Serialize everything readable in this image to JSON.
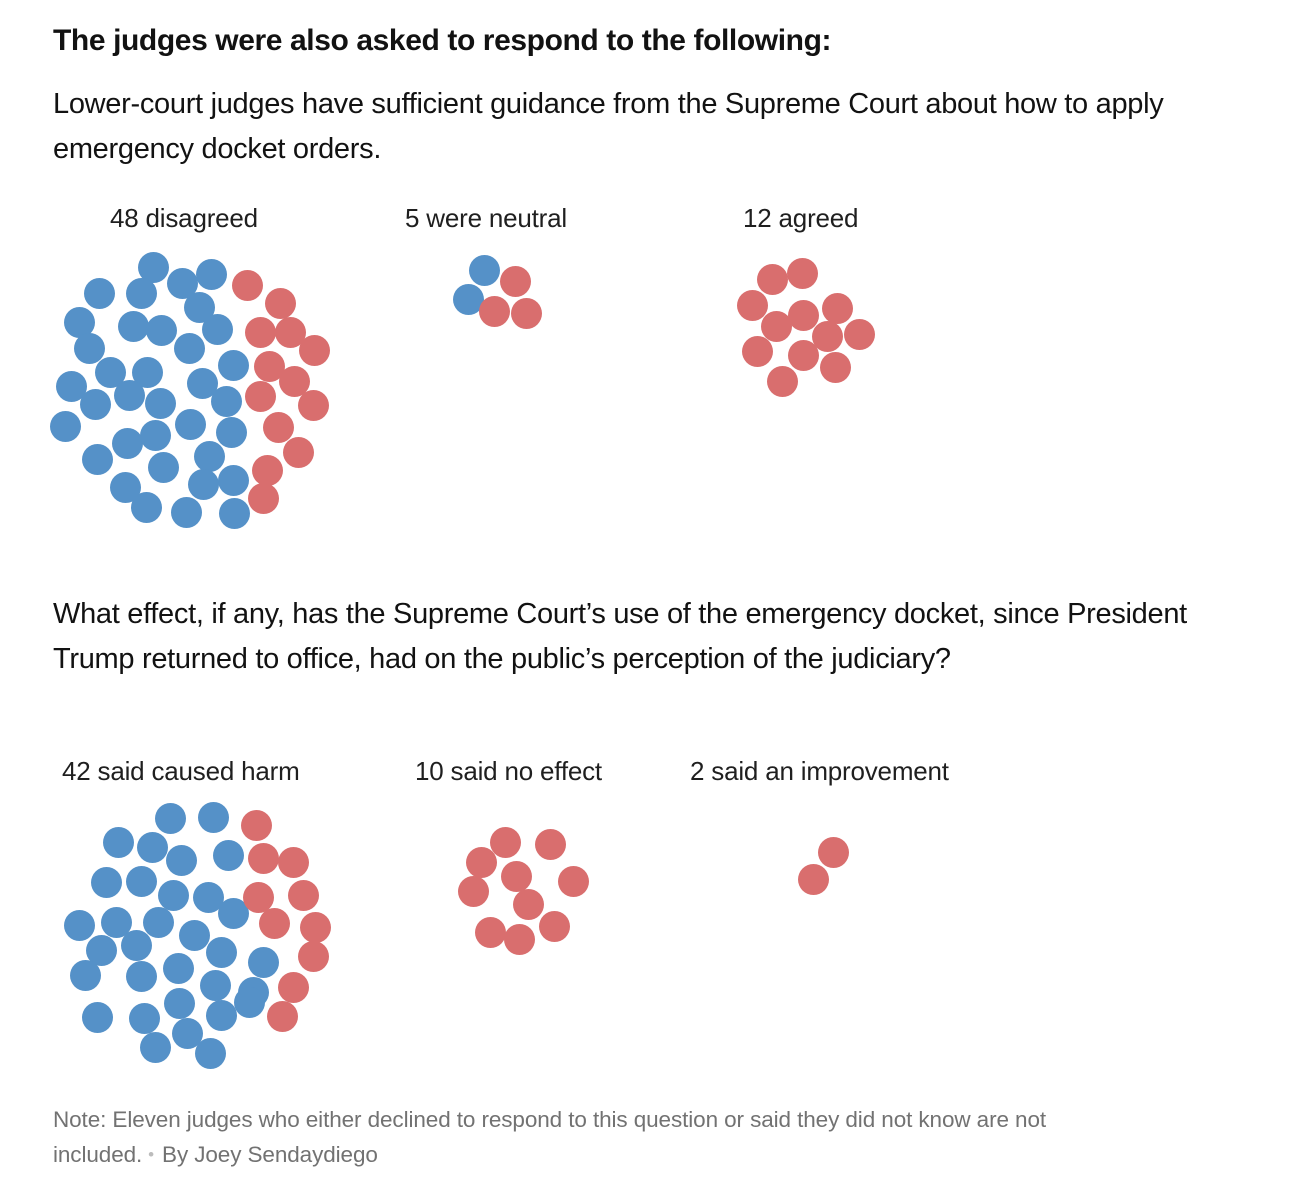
{
  "page": {
    "heading": "The judges were also asked to respond to the following:"
  },
  "colors": {
    "democratic_appointee_blue": "#5591c8",
    "republican_appointee_red": "#d96e6e",
    "heading_text": "#121212",
    "note_text": "#727272",
    "note_bullet": "#bcbcbc",
    "background": "#ffffff"
  },
  "note": {
    "text": "Note: Eleven judges who either declined to respond to this question or said they did not know are not included.",
    "bullet": "•",
    "byline": "By Joey Sendaydiego"
  },
  "chart_data": [
    {
      "type": "scatter",
      "question": "Lower-court judges have sufficient guidance from the Supreme Court about how to apply emergency docket orders.",
      "dot_color_legend": {
        "b": "blue dot",
        "r": "red dot"
      },
      "groups": [
        {
          "label": "48 disagreed",
          "count": 48,
          "blue_dots": 35,
          "red_dots": 13,
          "dots": [
            [
              105,
              17,
              "b"
            ],
            [
              134,
              33,
              "b"
            ],
            [
              163,
              24,
              "b"
            ],
            [
              51,
              43,
              "b"
            ],
            [
              93,
              43,
              "b"
            ],
            [
              151,
              57,
              "b"
            ],
            [
              31,
              72,
              "b"
            ],
            [
              85,
              76,
              "b"
            ],
            [
              113,
              80,
              "b"
            ],
            [
              169,
              79,
              "b"
            ],
            [
              41,
              98,
              "b"
            ],
            [
              141,
              98,
              "b"
            ],
            [
              185,
              115,
              "b"
            ],
            [
              62,
              122,
              "b"
            ],
            [
              99,
              122,
              "b"
            ],
            [
              23,
              136,
              "b"
            ],
            [
              81,
              145,
              "b"
            ],
            [
              154,
              133,
              "b"
            ],
            [
              47,
              154,
              "b"
            ],
            [
              112,
              153,
              "b"
            ],
            [
              178,
              151,
              "b"
            ],
            [
              17,
              176,
              "b"
            ],
            [
              142,
              174,
              "b"
            ],
            [
              183,
              182,
              "b"
            ],
            [
              79,
              193,
              "b"
            ],
            [
              107,
              185,
              "b"
            ],
            [
              49,
              209,
              "b"
            ],
            [
              115,
              217,
              "b"
            ],
            [
              161,
              206,
              "b"
            ],
            [
              77,
              237,
              "b"
            ],
            [
              185,
              230,
              "b"
            ],
            [
              98,
              257,
              "b"
            ],
            [
              138,
              262,
              "b"
            ],
            [
              186,
              263,
              "b"
            ],
            [
              155,
              234,
              "b"
            ],
            [
              199,
              35,
              "r"
            ],
            [
              232,
              53,
              "r"
            ],
            [
              212,
              82,
              "r"
            ],
            [
              242,
              82,
              "r"
            ],
            [
              266,
              100,
              "r"
            ],
            [
              221,
              116,
              "r"
            ],
            [
              246,
              131,
              "r"
            ],
            [
              212,
              146,
              "r"
            ],
            [
              265,
              155,
              "r"
            ],
            [
              230,
              177,
              "r"
            ],
            [
              250,
              202,
              "r"
            ],
            [
              219,
              220,
              "r"
            ],
            [
              215,
              248,
              "r"
            ]
          ]
        },
        {
          "label": "5 were neutral",
          "count": 5,
          "blue_dots": 2,
          "red_dots": 3,
          "dots": [
            [
              32,
              18,
              "b"
            ],
            [
              16,
              47,
              "b"
            ],
            [
              63,
              29,
              "r"
            ],
            [
              42,
              59,
              "r"
            ],
            [
              74,
              61,
              "r"
            ]
          ]
        },
        {
          "label": "12 agreed",
          "count": 12,
          "blue_dots": 0,
          "red_dots": 12,
          "dots": [
            [
              37,
              23,
              "r"
            ],
            [
              67,
              17,
              "r"
            ],
            [
              17,
              49,
              "r"
            ],
            [
              68,
              59,
              "r"
            ],
            [
              102,
              52,
              "r"
            ],
            [
              41,
              70,
              "r"
            ],
            [
              92,
              80,
              "r"
            ],
            [
              124,
              78,
              "r"
            ],
            [
              22,
              95,
              "r"
            ],
            [
              68,
              99,
              "r"
            ],
            [
              100,
              111,
              "r"
            ],
            [
              47,
              125,
              "r"
            ]
          ]
        }
      ]
    },
    {
      "type": "scatter",
      "question": "What effect, if any, has the Supreme Court’s use of the emergency docket, since President Trump returned to office, had on the public’s perception of the judiciary?",
      "groups": [
        {
          "label": "42 said caused harm",
          "count": 42,
          "blue_dots": 32,
          "red_dots": 10,
          "dots": [
            [
              112,
              15,
              "b"
            ],
            [
              155,
              14,
              "b"
            ],
            [
              60,
              39,
              "b"
            ],
            [
              94,
              44,
              "b"
            ],
            [
              123,
              57,
              "b"
            ],
            [
              170,
              52,
              "b"
            ],
            [
              48,
              79,
              "b"
            ],
            [
              83,
              78,
              "b"
            ],
            [
              115,
              92,
              "b"
            ],
            [
              150,
              94,
              "b"
            ],
            [
              175,
              110,
              "b"
            ],
            [
              21,
              122,
              "b"
            ],
            [
              58,
              119,
              "b"
            ],
            [
              100,
              119,
              "b"
            ],
            [
              136,
              132,
              "b"
            ],
            [
              43,
              147,
              "b"
            ],
            [
              78,
              142,
              "b"
            ],
            [
              163,
              149,
              "b"
            ],
            [
              27,
              172,
              "b"
            ],
            [
              83,
              173,
              "b"
            ],
            [
              120,
              165,
              "b"
            ],
            [
              205,
              159,
              "b"
            ],
            [
              157,
              182,
              "b"
            ],
            [
              195,
              189,
              "b"
            ],
            [
              39,
              214,
              "b"
            ],
            [
              86,
              215,
              "b"
            ],
            [
              121,
              200,
              "b"
            ],
            [
              163,
              212,
              "b"
            ],
            [
              191,
              199,
              "b"
            ],
            [
              97,
              244,
              "b"
            ],
            [
              129,
              230,
              "b"
            ],
            [
              152,
              250,
              "b"
            ],
            [
              198,
              22,
              "r"
            ],
            [
              205,
              55,
              "r"
            ],
            [
              235,
              59,
              "r"
            ],
            [
              200,
              94,
              "r"
            ],
            [
              245,
              92,
              "r"
            ],
            [
              216,
              120,
              "r"
            ],
            [
              257,
              124,
              "r"
            ],
            [
              255,
              153,
              "r"
            ],
            [
              235,
              184,
              "r"
            ],
            [
              224,
              213,
              "r"
            ]
          ]
        },
        {
          "label": "10 said no effect",
          "count": 10,
          "blue_dots": 0,
          "red_dots": 10,
          "dots": [
            [
              50,
              18,
              "r"
            ],
            [
              95,
              20,
              "r"
            ],
            [
              26,
              38,
              "r"
            ],
            [
              61,
              52,
              "r"
            ],
            [
              118,
              57,
              "r"
            ],
            [
              18,
              67,
              "r"
            ],
            [
              73,
              80,
              "r"
            ],
            [
              99,
              102,
              "r"
            ],
            [
              35,
              108,
              "r"
            ],
            [
              64,
              115,
              "r"
            ]
          ]
        },
        {
          "label": "2 said an improvement",
          "count": 2,
          "blue_dots": 0,
          "red_dots": 2,
          "dots": [
            [
              38,
              18,
              "r"
            ],
            [
              18,
              45,
              "r"
            ]
          ]
        }
      ]
    }
  ]
}
